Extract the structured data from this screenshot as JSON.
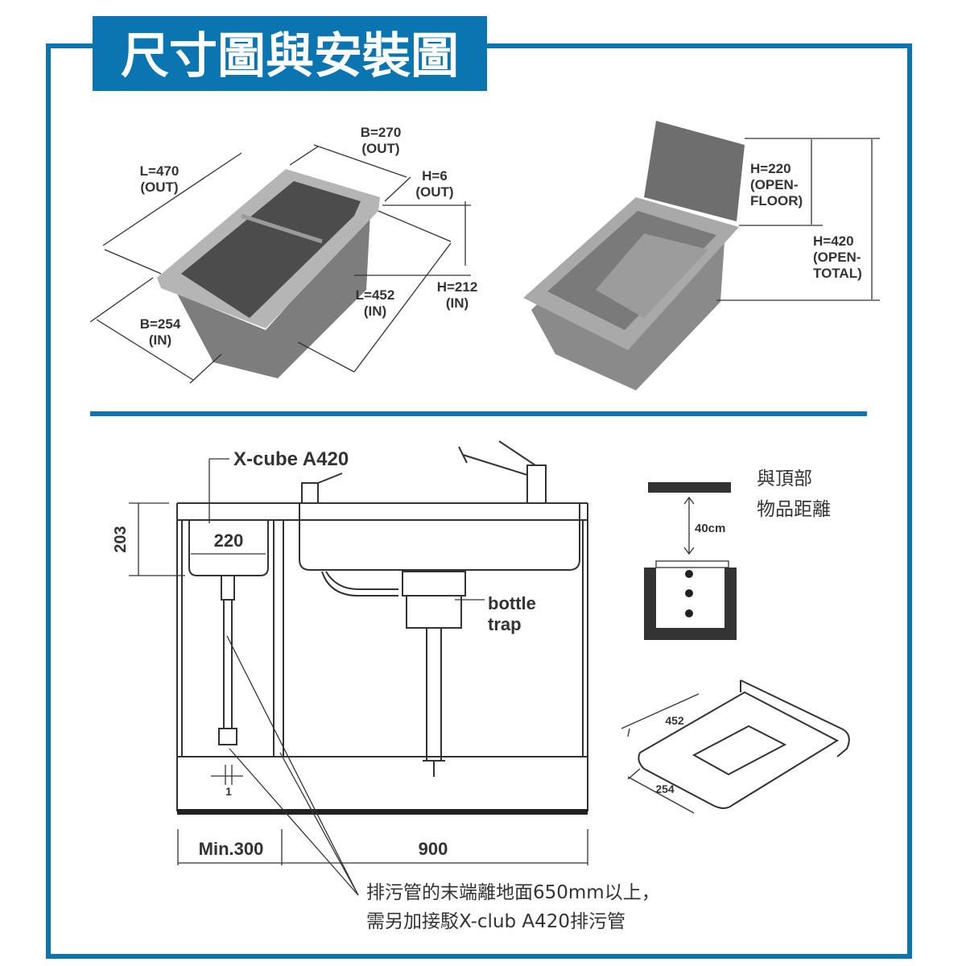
{
  "title": "尺寸圖與安裝圖",
  "colors": {
    "brand_blue": "#0a75b0",
    "line": "#333333",
    "box_gray": "#8a8a8a"
  },
  "closed_box_dims": {
    "l_out": [
      "L=470",
      "(OUT)"
    ],
    "b_out": [
      "B=270",
      "(OUT)"
    ],
    "h_out": [
      "H=6",
      "(OUT)"
    ],
    "l_in": [
      "L=452",
      "(IN)"
    ],
    "h_in": [
      "H=212",
      "(IN)"
    ],
    "b_in": [
      "B=254",
      "(IN)"
    ]
  },
  "open_box_dims": {
    "h_floor": [
      "H=220",
      "(OPEN-",
      "FLOOR)"
    ],
    "h_total": [
      "H=420",
      "(OPEN-",
      "TOTAL)"
    ]
  },
  "install": {
    "product_label": "X-cube A420",
    "basin_width": "220",
    "depth": "203",
    "trap_label": [
      "bottle",
      "trap"
    ],
    "gap": "1",
    "min_side": "Min.300",
    "cabinet_width": "900",
    "note": [
      "排污管的末端離地面650mm以上，",
      "需另加接駁X-club A420排污管"
    ]
  },
  "clearance": {
    "distance": "40cm",
    "label": [
      "與頂部",
      "物品距離"
    ]
  },
  "cutout": {
    "length": "452",
    "width": "254"
  }
}
